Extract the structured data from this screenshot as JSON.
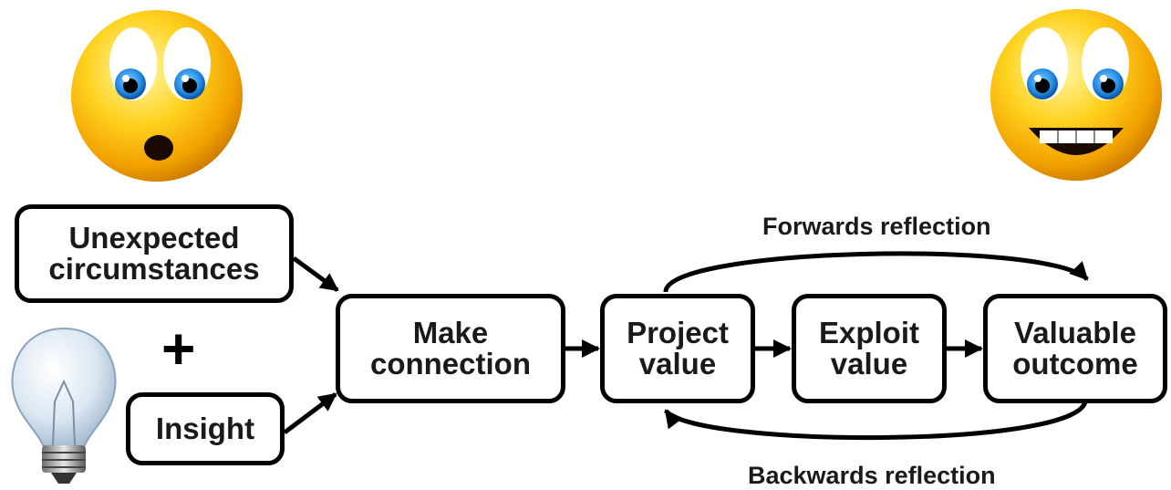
{
  "diagram": {
    "nodes": {
      "unexpected": "Unexpected\ncircumstances",
      "insight": "Insight",
      "make_connection": "Make\nconnection",
      "project_value": "Project\nvalue",
      "exploit_value": "Exploit\nvalue",
      "valuable_outcome": "Valuable\noutcome"
    },
    "plus_sign": "+",
    "forwards_reflection": "Forwards reflection",
    "backwards_reflection": "Backwards reflection"
  },
  "icons": {
    "left_face": "surprised-face-icon",
    "right_face": "happy-face-icon",
    "bulb": "lightbulb-icon"
  }
}
